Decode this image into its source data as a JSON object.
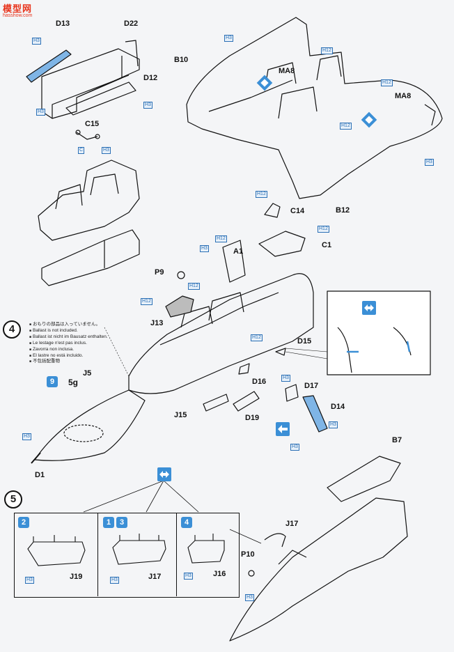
{
  "watermark": {
    "title": "模型网",
    "url": "hasshow.com"
  },
  "steps": {
    "step4": "4",
    "step5": "5"
  },
  "ballast_notes": [
    "おもりの部品は入っていません。",
    "Ballast is not included.",
    "Ballast ist nicht im Bausatz enthalten.",
    "Le lestage n'est pas inclus.",
    "Zavorra non inclusa.",
    "El lastre no está incluido.",
    "不包括配重物"
  ],
  "weight_badge": {
    "number": "9",
    "value": "5g"
  },
  "parts": {
    "D13": "D13",
    "D22": "D22",
    "D12": "D12",
    "C15": "C15",
    "B10": "B10",
    "MA8_a": "MA8",
    "MA8_b": "MA8",
    "B12": "B12",
    "C14": "C14",
    "C1": "C1",
    "A1": "A1",
    "P9": "P9",
    "J13": "J13",
    "D15": "D15",
    "D16": "D16",
    "D17": "D17",
    "D14": "D14",
    "J5": "J5",
    "J15": "J15",
    "D19": "D19",
    "D1": "D1",
    "B7": "B7",
    "J17_main": "J17",
    "P10": "P10",
    "J19": "J19",
    "J17_box": "J17",
    "J16": "J16"
  },
  "h_codes": {
    "h1": "H3",
    "h2": "H3",
    "h3": "H3",
    "h4": "C",
    "h5": "H3",
    "h6": "H3",
    "h7": "H12",
    "h8": "H12",
    "h9": "H12",
    "h10": "H3",
    "h11": "H12",
    "h12": "H12",
    "h13": "H12",
    "h14": "H3",
    "h15": "H12",
    "h16": "H12",
    "h17": "H12",
    "h18": "H3",
    "h19": "H3",
    "h20": "H3",
    "h21": "H3",
    "h22": "H3",
    "h23": "H3",
    "h24": "H3",
    "h25": "H3"
  },
  "variants": {
    "v1": "2",
    "v2a": "1",
    "v2b": "3",
    "v3": "4"
  },
  "colors": {
    "accent": "#3b8fd6",
    "ink": "#111111",
    "watermark": "#e8341c",
    "background": "#f4f5f7"
  }
}
